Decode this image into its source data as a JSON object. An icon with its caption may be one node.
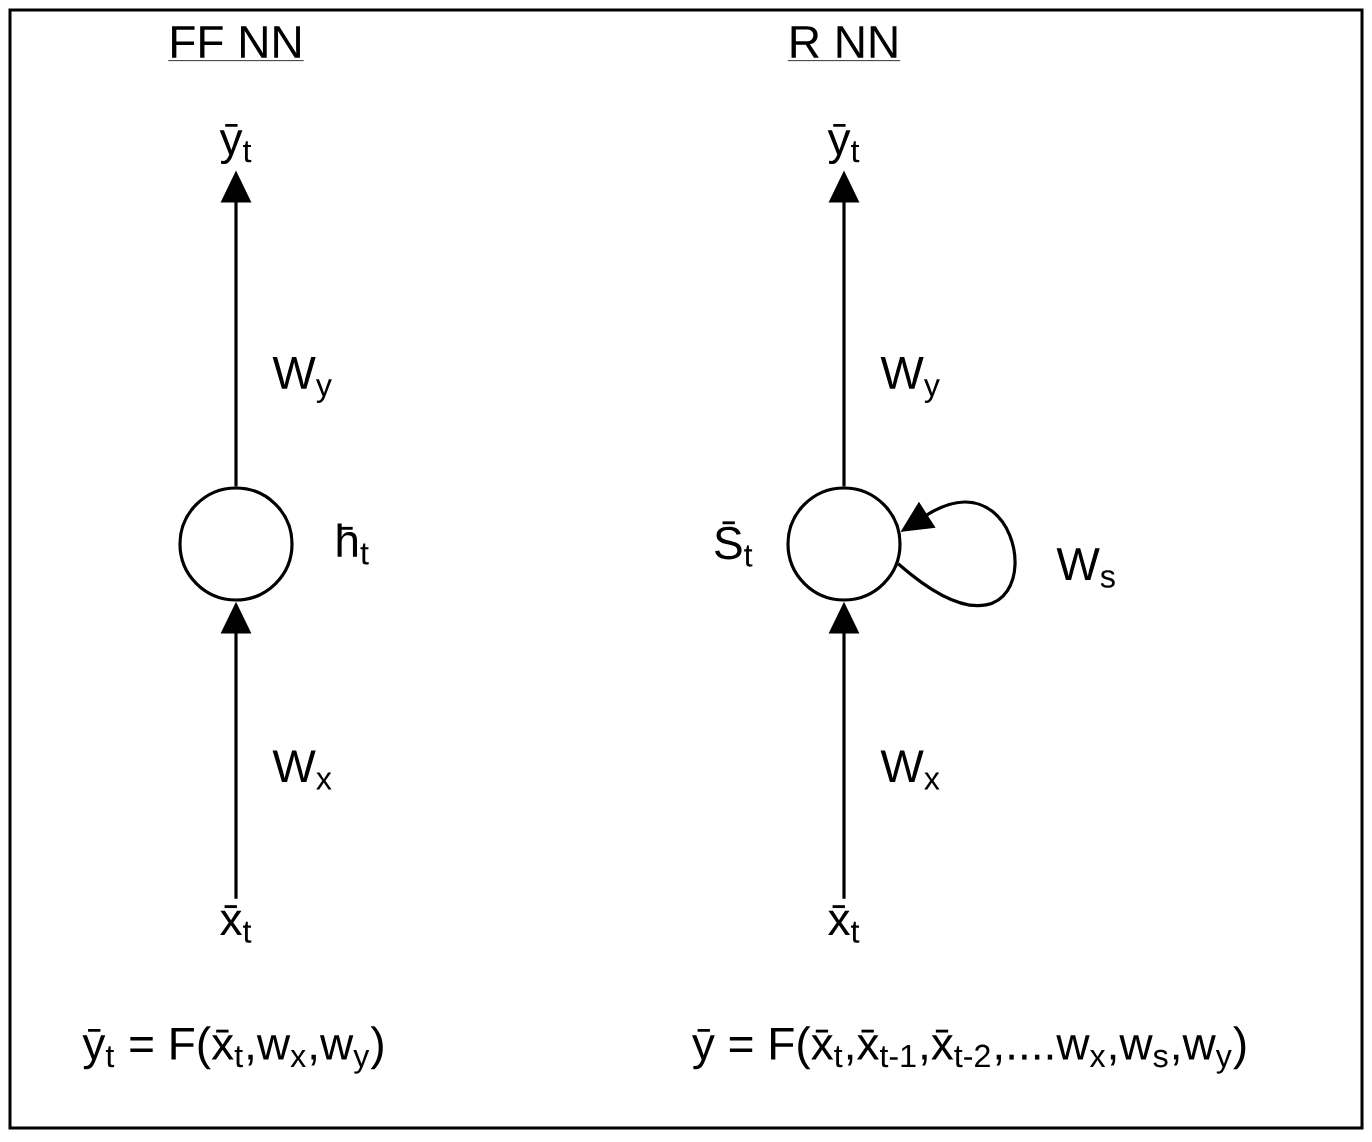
{
  "diagram": {
    "nodes": [
      {
        "text": [
          "x̄$_{t}$"
        ]
      },
      {
        "text": [],
        "shape": "circle",
        "beside": [
          "h̄$_{t}$"
        ]
      },
      {
        "text": [
          "ȳ$_{t}$"
        ]
      },
      {
        "text": [
          "x̄$_{t}$"
        ]
      },
      {
        "text": [],
        "shape": "circle",
        "beside": [
          "S̄$_{t}$"
        ]
      },
      {
        "text": [
          "ȳ$_{t}$"
        ]
      }
    ],
    "edges": [
      {
        "from": 0,
        "to": 1,
        "arrow": "to",
        "label": "W$_{x}$"
      },
      {
        "from": 1,
        "to": 2,
        "arrow": "to",
        "label": "W$_{y}$"
      },
      {
        "from": 3,
        "to": 4,
        "arrow": "to",
        "label": "W$_{x}$"
      },
      {
        "from": 4,
        "to": 5,
        "arrow": "to",
        "label": "W$_{y}$"
      },
      {
        "from": 4,
        "to": 4,
        "arrow": "to",
        "label": "W$_{s}$"
      }
    ],
    "labels": [
      "FF NN",
      "R NN",
      "ȳ$_{t}$ = F(x̄$_{t}$,w$_{x}$,w$_{y}$)",
      "ȳ = F(x̄$_{t}$,x̄$_{t-1}$,x̄$_{t-2}$,....w$_{x}$,w$_{s}$,w$_{y}$)"
    ]
  }
}
